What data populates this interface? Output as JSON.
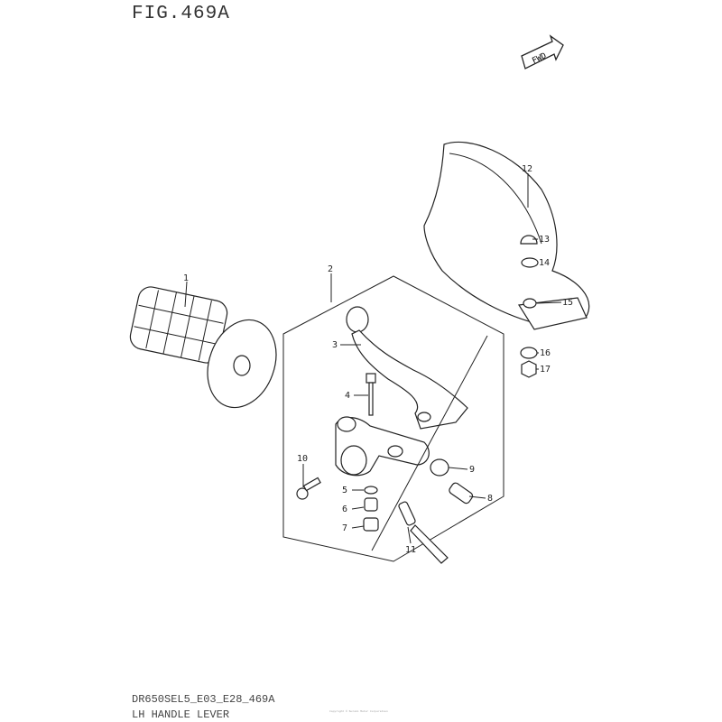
{
  "figure": {
    "title": "FIG.469A",
    "model_code": "DR650SEL5_E03_E28_469A",
    "section_name": "LH HANDLE LEVER",
    "fwd_label": "FWD",
    "copyright": "Copyright © Suzuki Motor Corporation"
  },
  "callouts": [
    "1",
    "2",
    "3",
    "4",
    "5",
    "6",
    "7",
    "8",
    "9",
    "10",
    "11",
    "12",
    "13",
    "14",
    "15",
    "16",
    "17"
  ]
}
